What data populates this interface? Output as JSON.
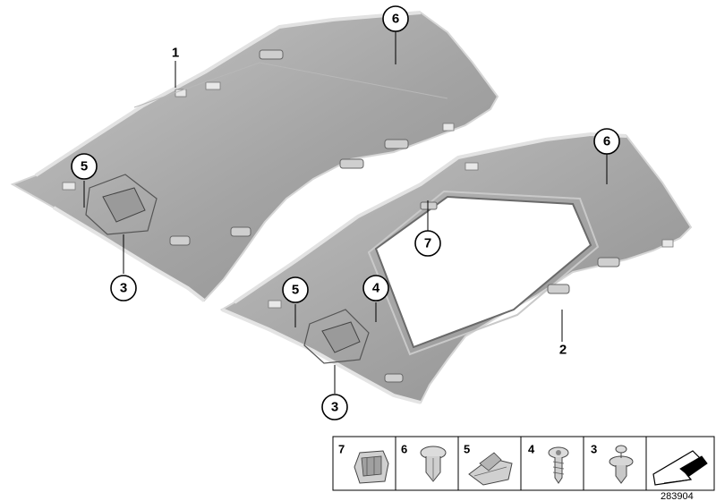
{
  "callouts": [
    {
      "id": "c6a",
      "label": "6"
    },
    {
      "id": "c5a",
      "label": "5"
    },
    {
      "id": "c3a",
      "label": "3"
    },
    {
      "id": "c6b",
      "label": "6"
    },
    {
      "id": "c7",
      "label": "7"
    },
    {
      "id": "c5b",
      "label": "5"
    },
    {
      "id": "c4",
      "label": "4"
    },
    {
      "id": "c3b",
      "label": "3"
    }
  ],
  "plain_labels": [
    {
      "id": "p1",
      "label": "1"
    },
    {
      "id": "p2",
      "label": "2"
    }
  ],
  "legend": {
    "items": [
      {
        "label": "7",
        "icon": "clip-icon"
      },
      {
        "label": "6",
        "icon": "mushroom-rivet-icon"
      },
      {
        "label": "5",
        "icon": "bracket-clip-icon"
      },
      {
        "label": "4",
        "icon": "screw-icon"
      },
      {
        "label": "3",
        "icon": "expanding-rivet-icon"
      }
    ],
    "last_cell_icon": "arrow-indicator-icon"
  },
  "diagram_id": "283904",
  "colors": {
    "headliner_fill": "#a9a9a9",
    "headliner_edge": "#dcdcdc",
    "headliner_shadow": "#8a8a8a"
  }
}
